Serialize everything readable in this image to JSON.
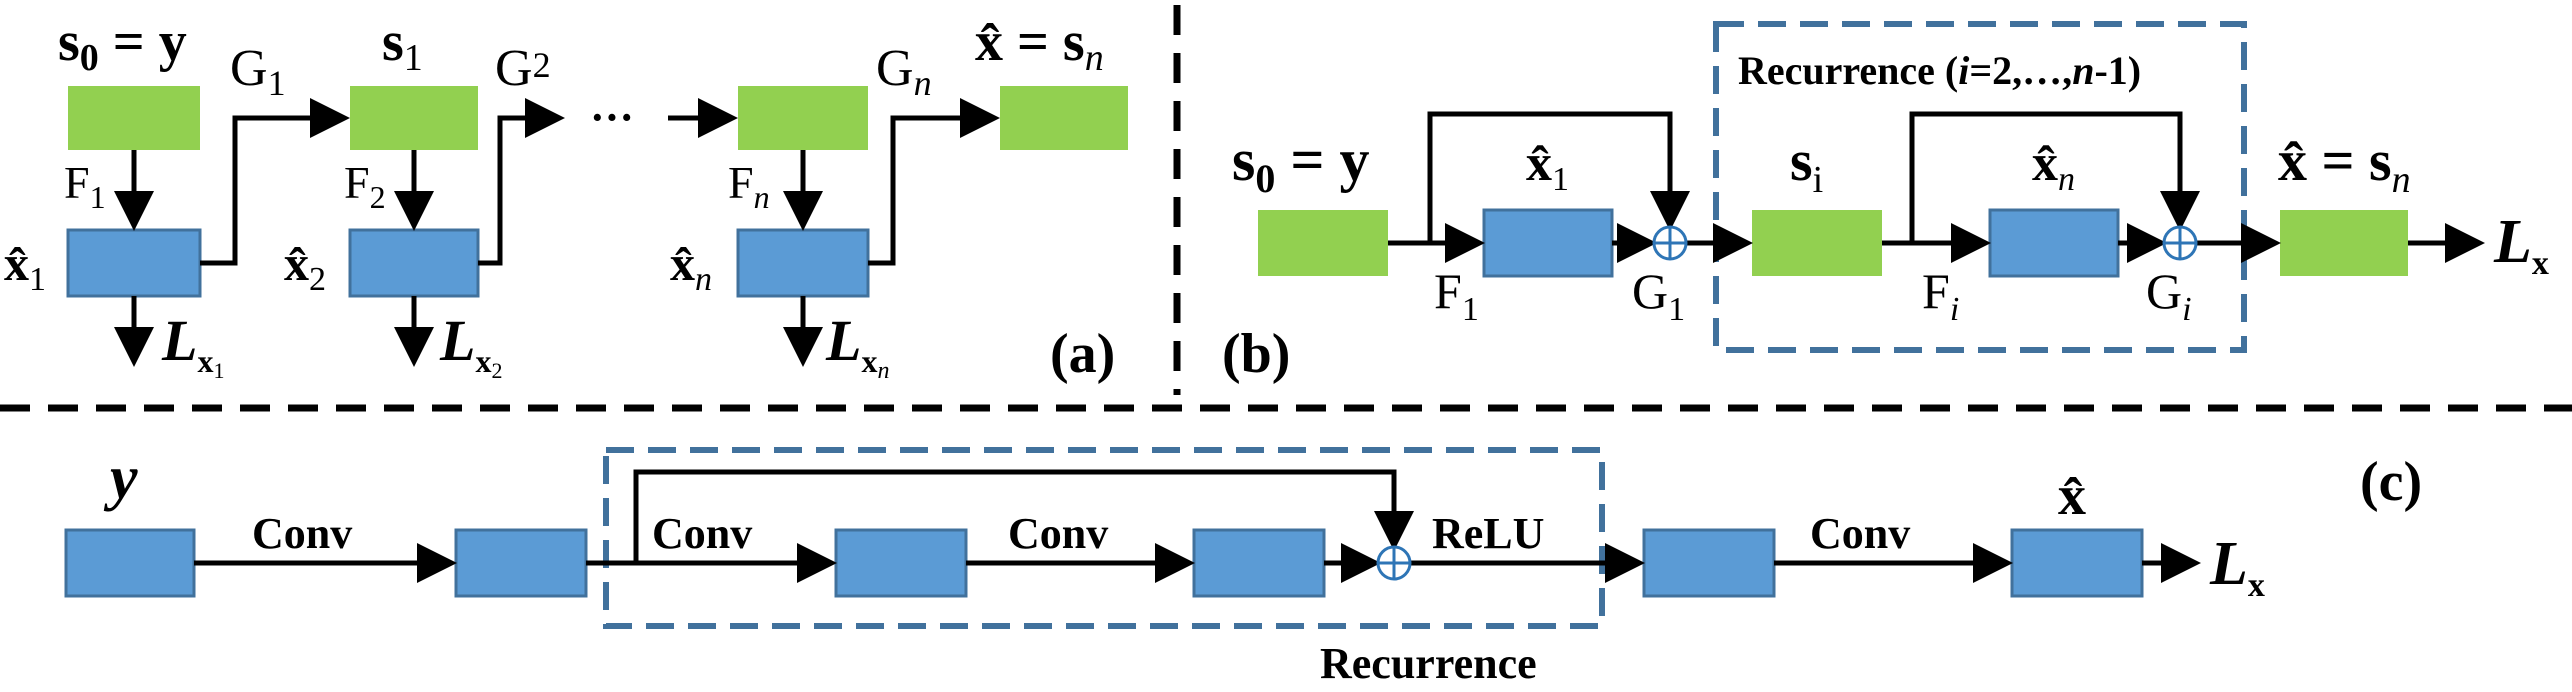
{
  "panel_labels": {
    "a": "(a)",
    "b": "(b)",
    "c": "(c)"
  },
  "panel_a": {
    "s0_label": {
      "base": "s",
      "sub": "0",
      "rest": " = y"
    },
    "s1_label": {
      "base": "s",
      "sub": "1"
    },
    "xhat_sn_label": {
      "base": "x̂ = s",
      "sub": "n"
    },
    "g1": {
      "base": "G",
      "sub": "1"
    },
    "g2": {
      "base": "G",
      "sub": "2"
    },
    "gn": {
      "base": "G",
      "sub": "n"
    },
    "f1": {
      "base": "F",
      "sub": "1"
    },
    "f2": {
      "base": "F",
      "sub": "2"
    },
    "fn": {
      "base": "F",
      "sub": "n"
    },
    "xhat1": {
      "base": "x̂",
      "sub": "1"
    },
    "xhat2": {
      "base": "x̂",
      "sub": "2"
    },
    "xhatn": {
      "base": "x̂",
      "sub": "n"
    },
    "loss1": {
      "base": "L",
      "sub": "x",
      "subsub": "1"
    },
    "loss2": {
      "base": "L",
      "sub": "x",
      "subsub": "2"
    },
    "lossn": {
      "base": "L",
      "sub": "x",
      "subsub": "n"
    },
    "ellipsis": "···"
  },
  "panel_b": {
    "s0_label": {
      "base": "s",
      "sub": "0",
      "rest": " = y"
    },
    "xhat1": {
      "base": "x̂",
      "sub": "1"
    },
    "f1": {
      "base": "F",
      "sub": "1"
    },
    "g1": {
      "base": "G",
      "sub": "1"
    },
    "recurrence_title": {
      "pre": "Recurrence (",
      "i": "i",
      "mid": "=2,…,",
      "n": "n",
      "post": "-1)"
    },
    "si": {
      "base": "s",
      "sub": "i"
    },
    "xhatn": {
      "base": "x̂",
      "sub": "n"
    },
    "fi": {
      "base": "F",
      "sub": "i"
    },
    "gi": {
      "base": "G",
      "sub": "i"
    },
    "xhat_sn_label": {
      "base": "x̂ = s",
      "sub": "n"
    },
    "loss": {
      "base": "L",
      "sub": "x"
    }
  },
  "panel_c": {
    "y_label": "y",
    "conv1": "Conv",
    "conv2": "Conv",
    "conv3": "Conv",
    "relu": "ReLU",
    "conv4": "Conv",
    "xhat": "x̂",
    "loss": {
      "base": "L",
      "sub": "x"
    },
    "recurrence": "Recurrence"
  },
  "colors": {
    "blue_block": "#5b9bd5",
    "green_block": "#92d050",
    "recurrence_box": "#41719c",
    "sum_node": "#2e75b6"
  }
}
